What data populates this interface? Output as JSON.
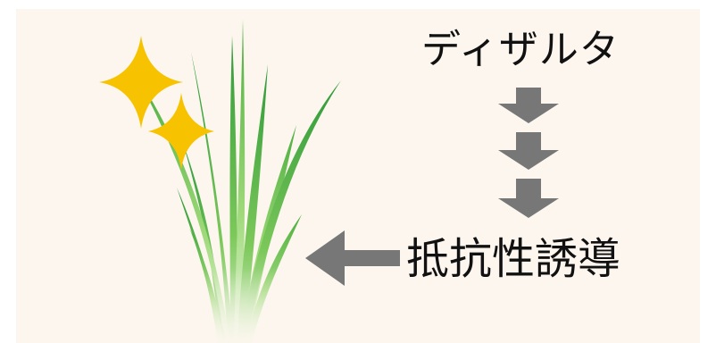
{
  "diagram": {
    "top_label": "ディザルタ",
    "bottom_label": "抵抗性誘導",
    "colors": {
      "background": "#fcf6ee",
      "arrow": "#777777",
      "sparkle": "#f7c300",
      "leaf_light": "#8fd16b",
      "leaf_dark": "#2f9a3a"
    },
    "icons": [
      "sparkle-icon",
      "down-arrow-icon",
      "left-arrow-icon",
      "rice-plant-illustration"
    ]
  }
}
